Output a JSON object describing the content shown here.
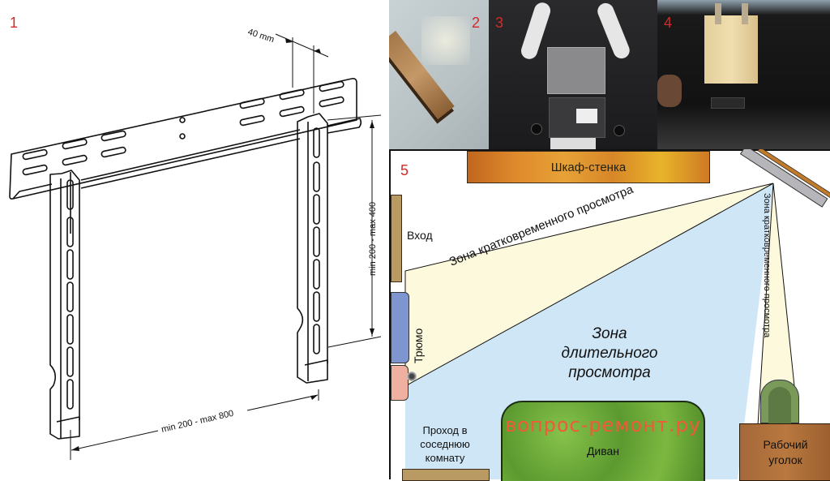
{
  "panels": {
    "p1": {
      "number": "1",
      "title": "Wall bracket drawing",
      "dimensions": {
        "offset": "40 mm",
        "vertical": "min 200 - max 400",
        "horizontal": "min 200 - max 800"
      }
    },
    "p2": {
      "number": "2",
      "title": "Wooden slat mounted on wall"
    },
    "p3": {
      "number": "3",
      "title": "TV rear panel with mounting plates"
    },
    "p4": {
      "number": "4",
      "title": "Wooden board with hooks on TV back"
    },
    "p5": {
      "number": "5",
      "title": "Room viewing zones plan"
    }
  },
  "plan": {
    "wardrobe": "Шкаф-стенка",
    "entrance": "Вход",
    "short_zone": "Зона кратковременного просмотра",
    "long_zone": [
      "Зона",
      "длительного",
      "просмотра"
    ],
    "mirror": "Трюмо",
    "passage": [
      "Проход в",
      "соседнюю",
      "комнату"
    ],
    "sofa": "Диван",
    "watermark": "вопрос-ремонт.ру",
    "workspace": [
      "Рабочий",
      "уголок"
    ],
    "short_zone_vertical": "Зона кратковременного просмотра"
  },
  "colors": {
    "panel_number": "#d42a2a",
    "short_zone": "#fdf9dc",
    "long_zone": "#cfe6f7",
    "wardrobe": "#d98a2a",
    "sofa": "#6aa83a",
    "workspace": "#a5683a",
    "watermark": "#f05a3a"
  }
}
